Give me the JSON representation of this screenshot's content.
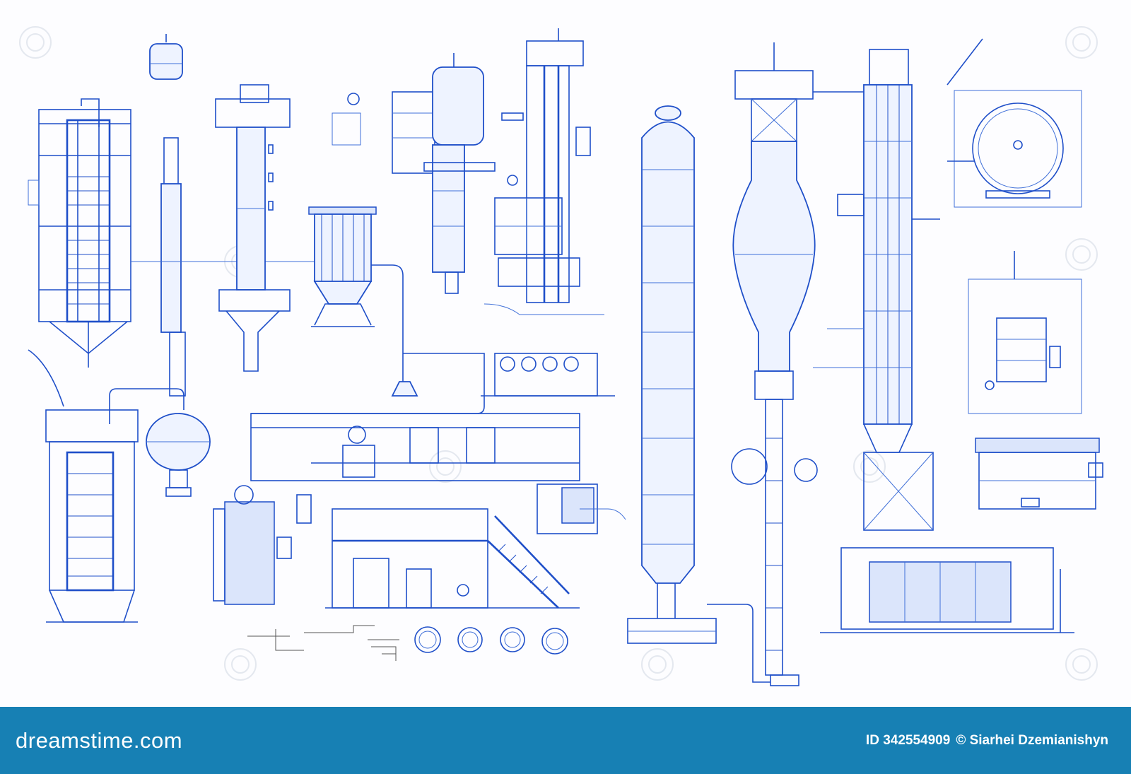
{
  "footer": {
    "brand": "dreamstime.com",
    "id_text": "ID 342554909",
    "credit_text": "© Siarhei Dzemianishyn",
    "background_color": "#1780b4"
  },
  "drawing": {
    "line_color": "#1f4fc9",
    "background_color": "#fdfdff"
  }
}
